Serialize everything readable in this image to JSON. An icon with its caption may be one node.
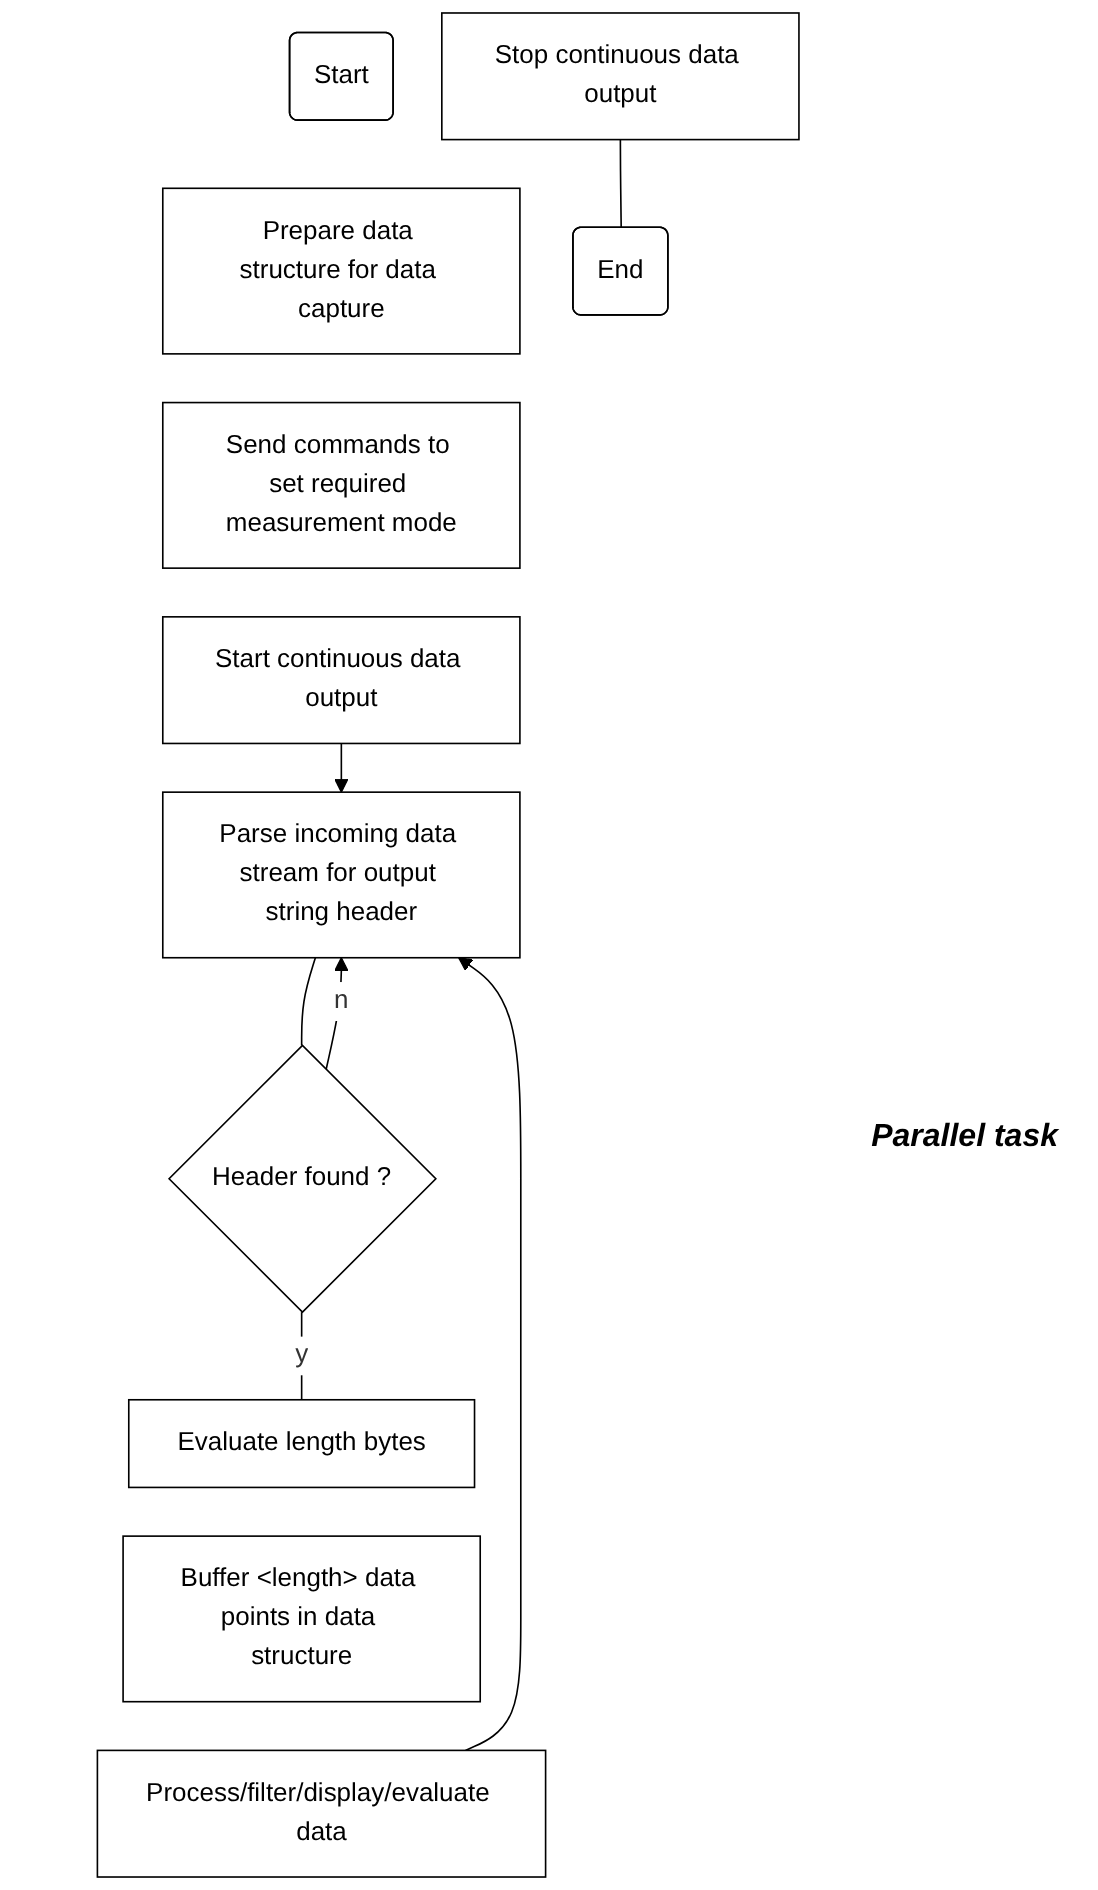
{
  "diagram": {
    "nodes": [
      {
        "text": [
          "Start"
        ]
      },
      {
        "text": [
          "Prepare data structure for data capture"
        ]
      },
      {
        "text": [
          "Send commands to set required measurement mode"
        ]
      },
      {
        "text": [
          "Start continuous data output"
        ]
      },
      {
        "text": [
          "Parse incoming data stream for output string header"
        ]
      },
      {
        "text": [
          "Header found ?"
        ]
      },
      {
        "text": [
          "Evaluate length bytes"
        ]
      },
      {
        "text": [
          "Buffer <length> data points in data structure"
        ]
      },
      {
        "text": [
          "Process/filter/display/evaluate data"
        ]
      },
      {
        "text": [
          "Stop continuous data output"
        ]
      },
      {
        "text": [
          "End"
        ]
      }
    ],
    "edges": [
      {
        "from": 3,
        "to": 4,
        "arrow": "to"
      },
      {
        "from": 4,
        "to": 5,
        "arrow": "none"
      },
      {
        "from": 5,
        "to": 4,
        "arrow": "to",
        "label": "n"
      },
      {
        "from": 5,
        "to": 6,
        "arrow": "none",
        "label": "y"
      },
      {
        "from": 8,
        "to": 4,
        "arrow": "to"
      },
      {
        "from": 9,
        "to": 10,
        "arrow": "none"
      }
    ],
    "labels": [
      "Parallel task"
    ]
  }
}
